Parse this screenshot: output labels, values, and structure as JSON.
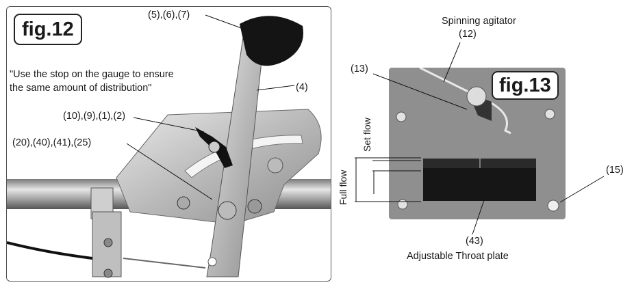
{
  "fig12": {
    "title": "fig.12",
    "note_line1": "\"Use the stop on the gauge to ensure",
    "note_line2": "the same amount of distribution\"",
    "labels": {
      "handle": "(5),(6),(7)",
      "arm": "(4)",
      "wing_nut": "(10),(9),(1),(2)",
      "pivot": "(20),(40),(41),(25)"
    }
  },
  "fig13": {
    "title": "fig.13",
    "agitator_name": "Spinning agitator",
    "agitator_num": "(12)",
    "pin_num": "(13)",
    "bolt_num": "(15)",
    "plate_num": "(43)",
    "plate_name": "Adjustable Throat plate",
    "set_flow": "Set flow",
    "full_flow": "Full flow"
  },
  "colors": {
    "metal": "#c9c9c9",
    "rail": "#a8a8a8",
    "knob": "#141414",
    "plate_bg": "#8f8f8f"
  }
}
